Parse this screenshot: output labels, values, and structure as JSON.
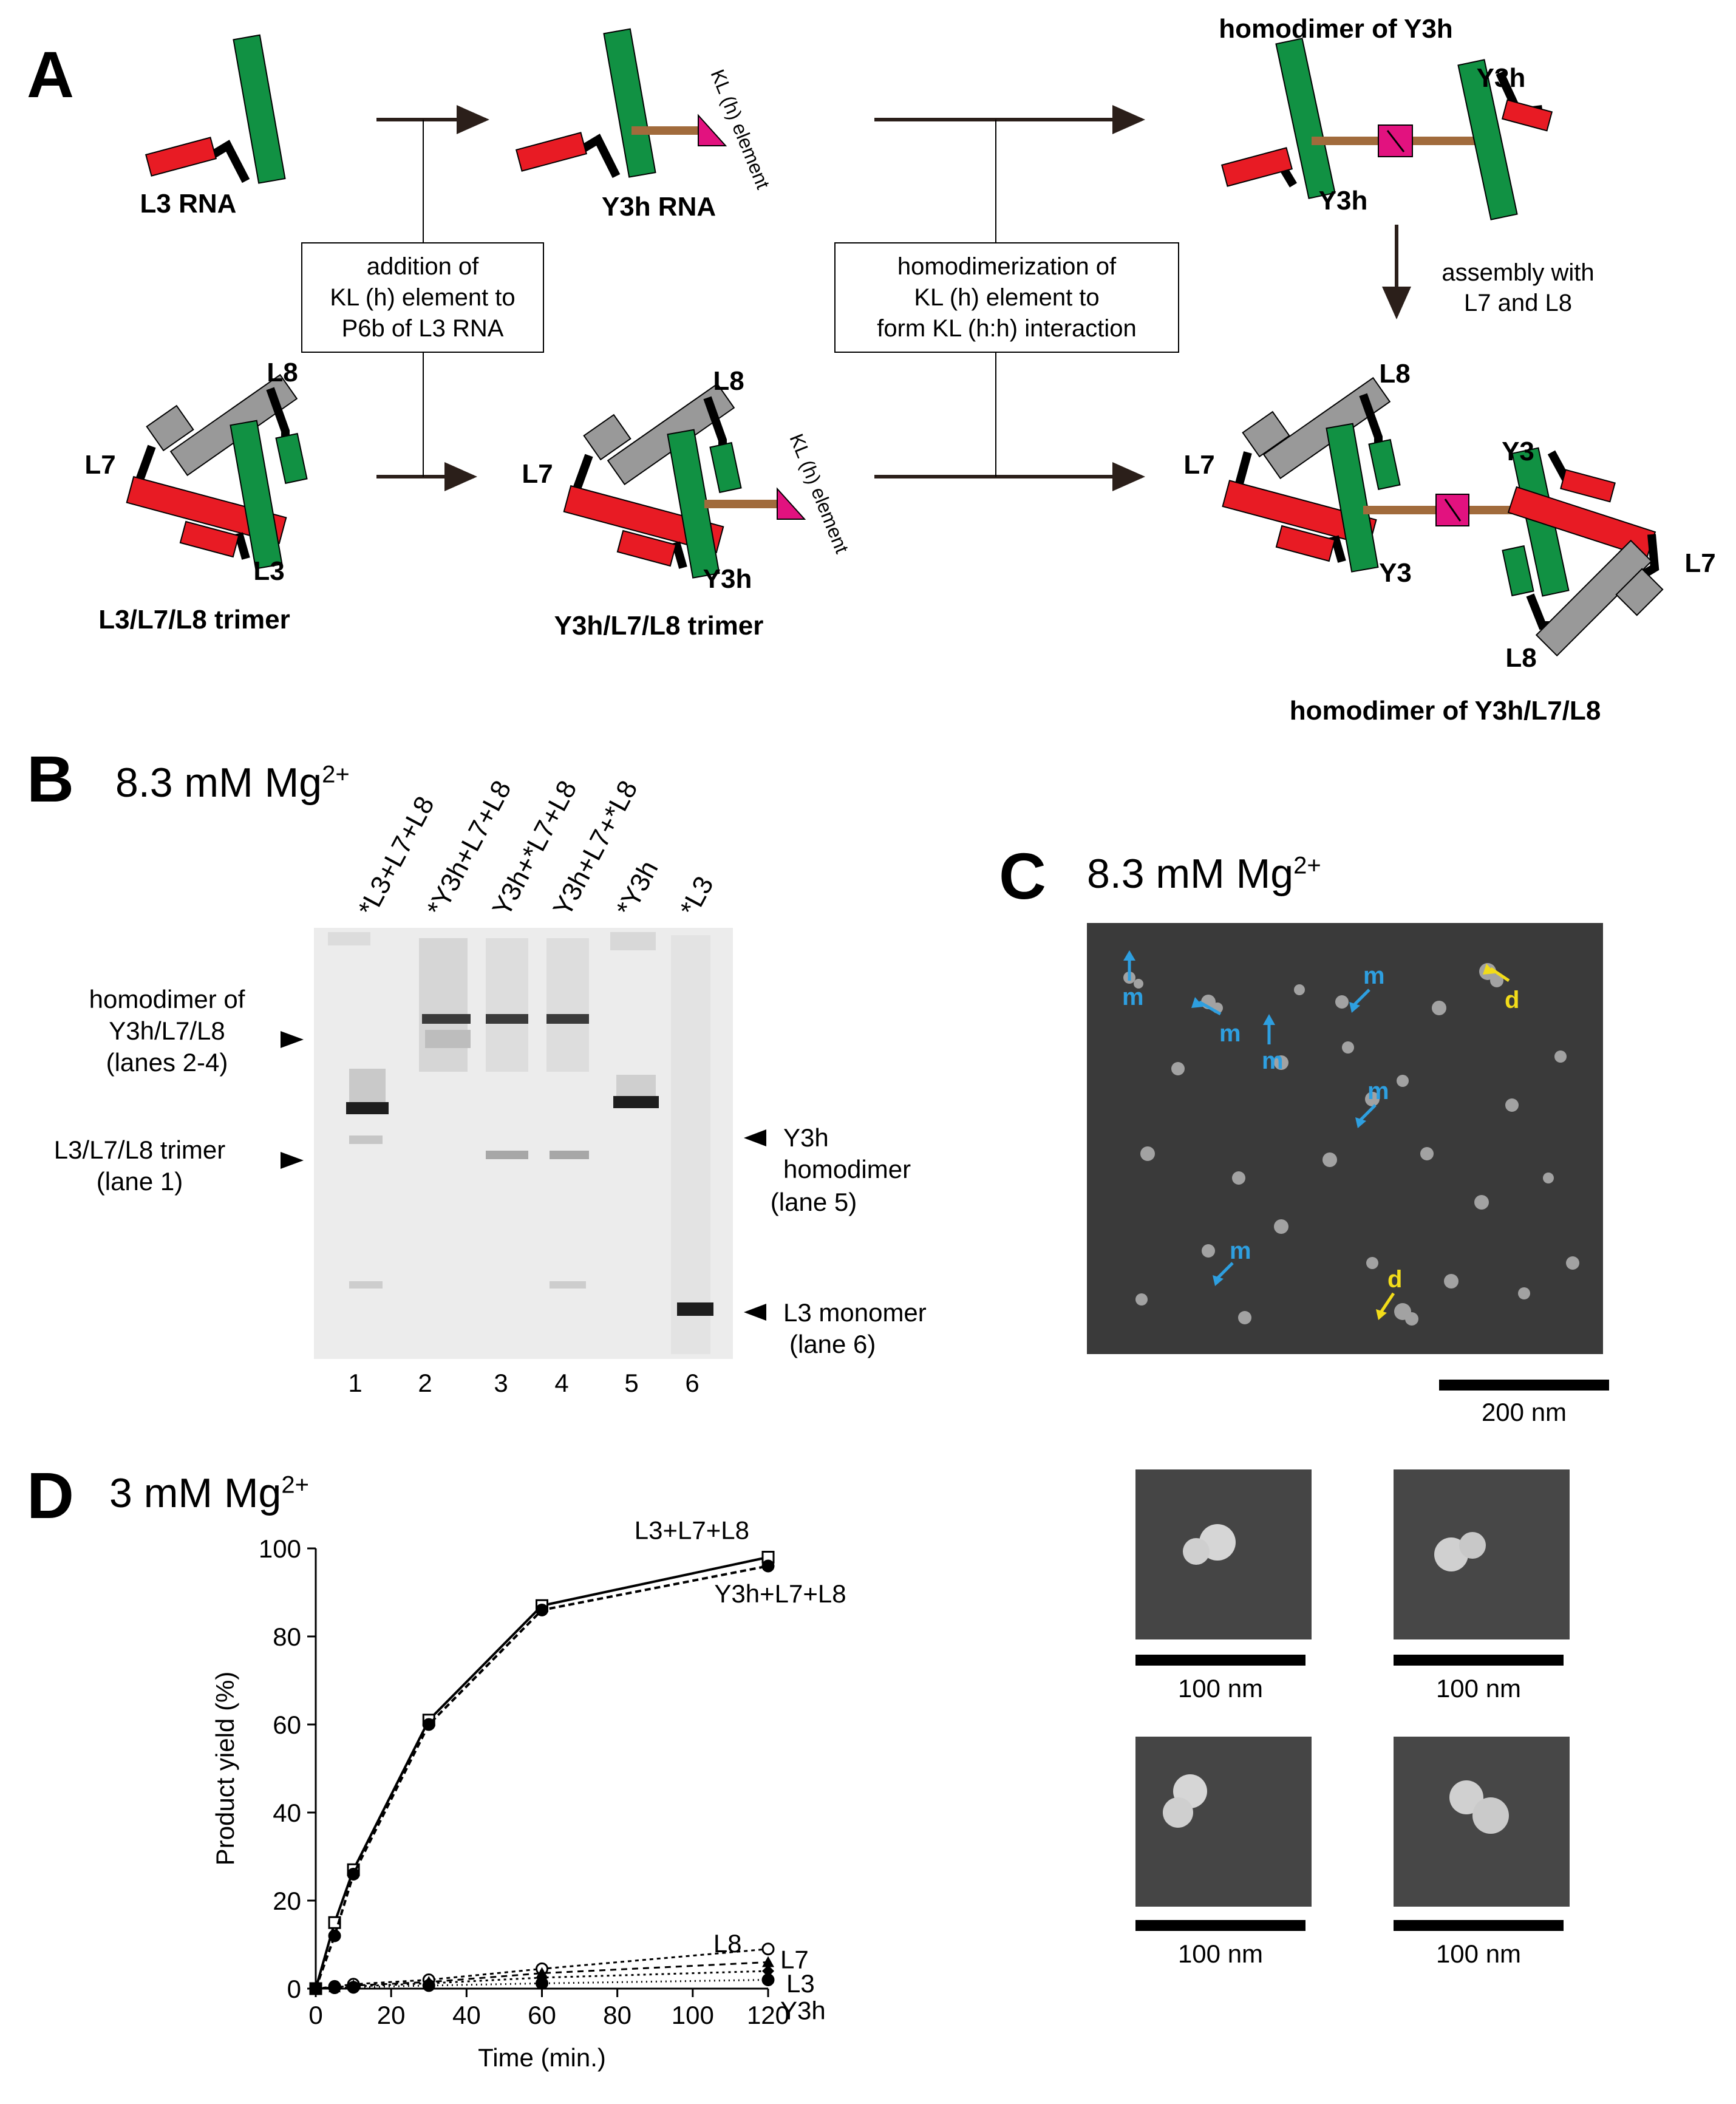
{
  "panelA": {
    "letter": "A",
    "title_dimer": "homodimer of Y3h",
    "rna_L3": "L3 RNA",
    "rna_Y3h": "Y3h RNA",
    "kl_element": "KL (h) element",
    "step1": [
      "addition of",
      "KL (h) element to",
      "P6b of L3 RNA"
    ],
    "step2": [
      "homodimerization of",
      "KL (h) element to",
      "form KL (h:h) interaction"
    ],
    "step3": [
      "assembly with",
      "L7 and L8"
    ],
    "trimer_L3": "L3/L7/L8 trimer",
    "trimer_Y3h": "Y3h/L7/L8 trimer",
    "dimer_trimer": "homodimer of Y3h/L7/L8",
    "labels": {
      "L3": "L3",
      "L7": "L7",
      "L8": "L8",
      "Y3": "Y3",
      "Y3h": "Y3h"
    }
  },
  "panelB": {
    "letter": "B",
    "condition": "8.3 mM Mg",
    "sup": "2+",
    "lane_headers": [
      "*L3+L7+L8",
      "*Y3h+L7+L8",
      "Y3h+*L7+L8",
      "Y3h+L7+*L8",
      "*Y3h",
      "*L3"
    ],
    "lane_numbers": [
      "1",
      "2",
      "3",
      "4",
      "5",
      "6"
    ],
    "left_labels": [
      [
        "homodimer of",
        "Y3h/L7/L8",
        "(lanes 2-4)"
      ],
      [
        "L3/L7/L8 trimer",
        "(lane 1)"
      ]
    ],
    "right_labels": [
      [
        "Y3h",
        "homodimer",
        "(lane 5)"
      ],
      [
        "L3 monomer",
        "(lane 6)"
      ]
    ]
  },
  "panelC": {
    "letter": "C",
    "condition": "8.3 mM Mg",
    "sup": "2+",
    "marker_m": "m",
    "marker_d": "d",
    "scale_main": "200 nm",
    "scale_small": "100 nm",
    "colors": {
      "monomer": "#2e9fe0",
      "dimer": "#f2dc1a"
    }
  },
  "panelD": {
    "letter": "D",
    "condition": "3 mM Mg",
    "sup": "2+",
    "chart_data": {
      "type": "line",
      "xlabel": "Time (min.)",
      "ylabel": "Product yield (%)",
      "xlim": [
        0,
        120
      ],
      "ylim": [
        0,
        100
      ],
      "xticks": [
        0,
        20,
        40,
        60,
        80,
        100,
        120
      ],
      "yticks": [
        0,
        20,
        40,
        60,
        80,
        100
      ],
      "x": [
        0,
        5,
        10,
        30,
        60,
        120
      ],
      "series": [
        {
          "name": "L3+L7+L8",
          "values": [
            0,
            15,
            27,
            61,
            87,
            98
          ]
        },
        {
          "name": "Y3h+L7+L8",
          "values": [
            0,
            12,
            26,
            60,
            86,
            96
          ]
        },
        {
          "name": "L8",
          "values": [
            0,
            0.5,
            1,
            2,
            4.5,
            9
          ]
        },
        {
          "name": "L7",
          "values": [
            0,
            0.3,
            0.7,
            1.5,
            3.5,
            6
          ]
        },
        {
          "name": "L3",
          "values": [
            0,
            0.3,
            0.5,
            1.2,
            2.5,
            4
          ]
        },
        {
          "name": "Y3h",
          "values": [
            0,
            0.2,
            0.3,
            0.7,
            1.2,
            2
          ]
        }
      ]
    }
  }
}
